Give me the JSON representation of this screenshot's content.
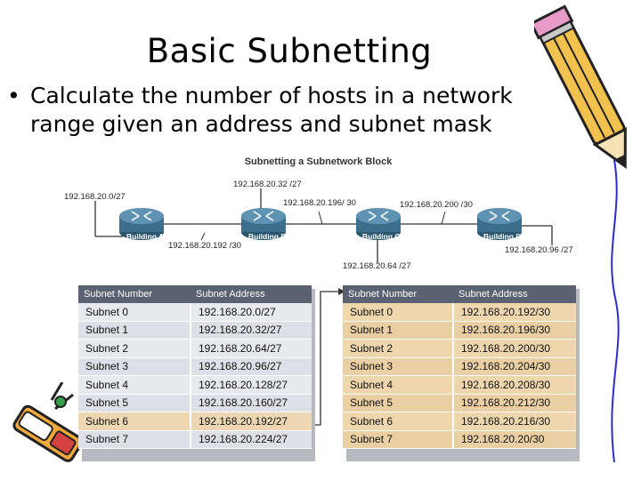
{
  "slide": {
    "title": "Basic Subnetting",
    "bullet_symbol": "•",
    "bullet_text": "Calculate the number of hosts in a network range given an address and subnet mask"
  },
  "diagram": {
    "title": "Subnetting a Subnetwork Block",
    "routers": [
      "Building A",
      "Building B",
      "Building C",
      "Building D"
    ],
    "addresses": {
      "a_lan": "192.168.20.0/27",
      "b_lan": "192.168.20.32 /27",
      "c_lan": "192.168.20.64 /27",
      "d_lan": "192.168.20.96 /27",
      "ab_link": "192.168.20.192 /30",
      "bc_link": "192.168.20.196/ 30",
      "cd_link": "192.168.20.200 /30"
    }
  },
  "tables": {
    "left": {
      "headers": [
        "Subnet Number",
        "Subnet Address"
      ],
      "rows": [
        [
          "Subnet 0",
          "192.168.20.0/27"
        ],
        [
          "Subnet 1",
          "192.168.20.32/27"
        ],
        [
          "Subnet 2",
          "192.168.20.64/27"
        ],
        [
          "Subnet 3",
          "192.168.20.96/27"
        ],
        [
          "Subnet 4",
          "192.168.20.128/27"
        ],
        [
          "Subnet 5",
          "192.168.20.160/27"
        ],
        [
          "Subnet 6",
          "192.168.20.192/27"
        ],
        [
          "Subnet 7",
          "192.168.20.224/27"
        ]
      ]
    },
    "right": {
      "headers": [
        "Subnet Number",
        "Subnet Address"
      ],
      "rows": [
        [
          "Subnet 0",
          "192.168.20.192/30"
        ],
        [
          "Subnet 1",
          "192.168.20.196/30"
        ],
        [
          "Subnet 2",
          "192.168.20.200/30"
        ],
        [
          "Subnet 3",
          "192.168.20.204/30"
        ],
        [
          "Subnet 4",
          "192.168.20.208/30"
        ],
        [
          "Subnet 5",
          "192.168.20.212/30"
        ],
        [
          "Subnet 6",
          "192.168.20.216/30"
        ],
        [
          "Subnet 7",
          "192.168.20.20/30"
        ]
      ]
    }
  },
  "colors": {
    "router": "#3d6e8c",
    "table_header": "#5a6170",
    "highlight": "#edd7b2"
  }
}
